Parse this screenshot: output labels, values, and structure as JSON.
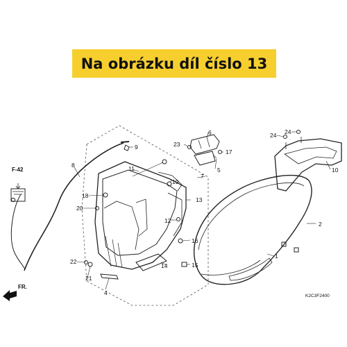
{
  "banner": {
    "text": "Na obrázku díl číslo 13",
    "bg_color": "#f6cf2f"
  },
  "diagram": {
    "part_numbers": [
      "1",
      "2",
      "4",
      "5",
      "6",
      "7",
      "8",
      "9",
      "10",
      "11",
      "12",
      "13",
      "14",
      "15",
      "16",
      "17",
      "18",
      "19",
      "20",
      "21",
      "22",
      "23",
      "24",
      "24"
    ],
    "reference_label": "F-42",
    "direction_label": "FR.",
    "drawing_code": "K2C3F2400"
  }
}
